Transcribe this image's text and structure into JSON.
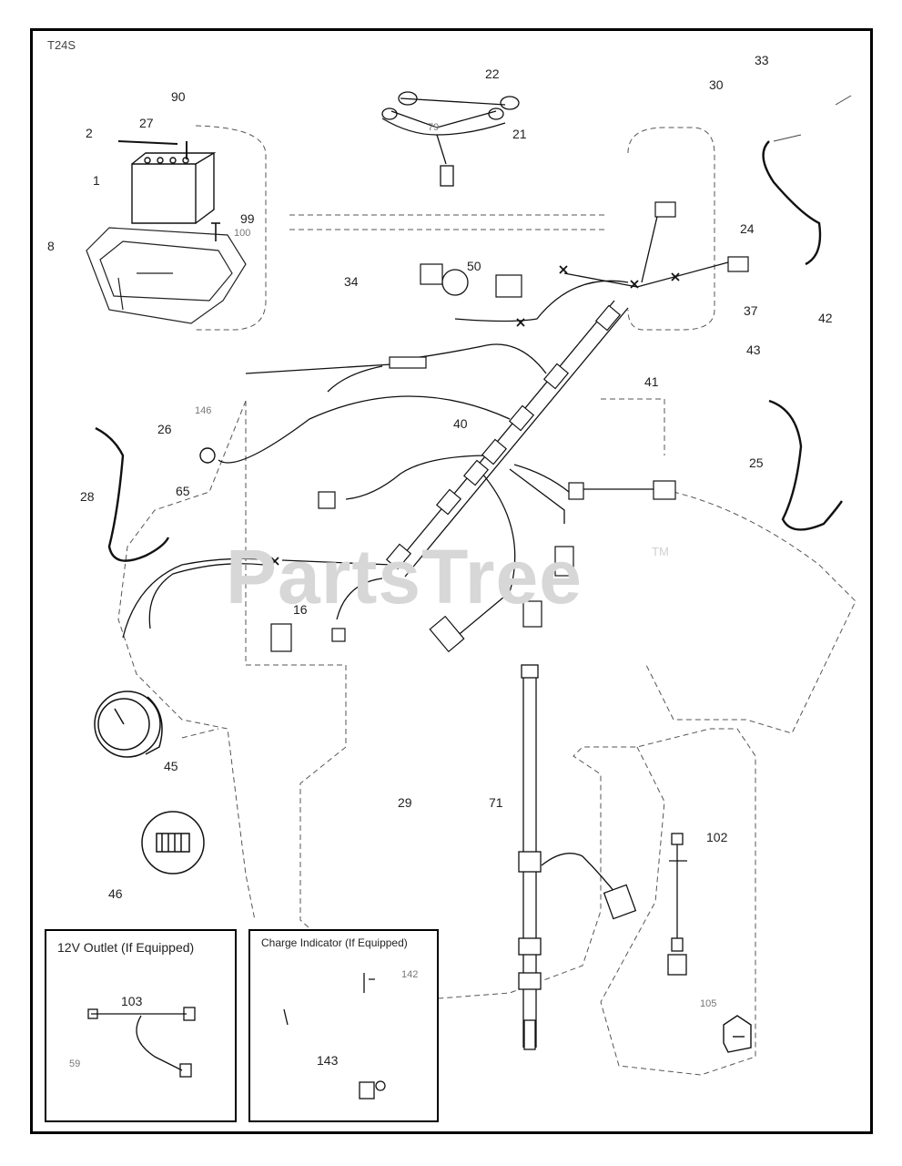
{
  "diagram_code": "T24S",
  "watermark": {
    "text": "PartsTree",
    "tm": "TM"
  },
  "insets": {
    "outlet": {
      "title": "12V Outlet (If Equipped)"
    },
    "charge": {
      "title": "Charge Indicator (If Equipped)"
    }
  },
  "parts": {
    "p1": "1",
    "p2": "2",
    "p8": "8",
    "p16": "16",
    "p21": "21",
    "p22": "22",
    "p24": "24",
    "p25": "25",
    "p26": "26",
    "p27": "27",
    "p28": "28",
    "p29": "29",
    "p30": "30",
    "p33": "33",
    "p34": "34",
    "p37": "37",
    "p40": "40",
    "p41": "41",
    "p42": "42",
    "p43": "43",
    "p45": "45",
    "p46": "46",
    "p50": "50",
    "p59": "59",
    "p65": "65",
    "p71": "71",
    "p79": "79",
    "p90": "90",
    "p99": "99",
    "p100": "100",
    "p102": "102",
    "p103": "103",
    "p105": "105",
    "p142": "142",
    "p143": "143",
    "p146": "146"
  }
}
